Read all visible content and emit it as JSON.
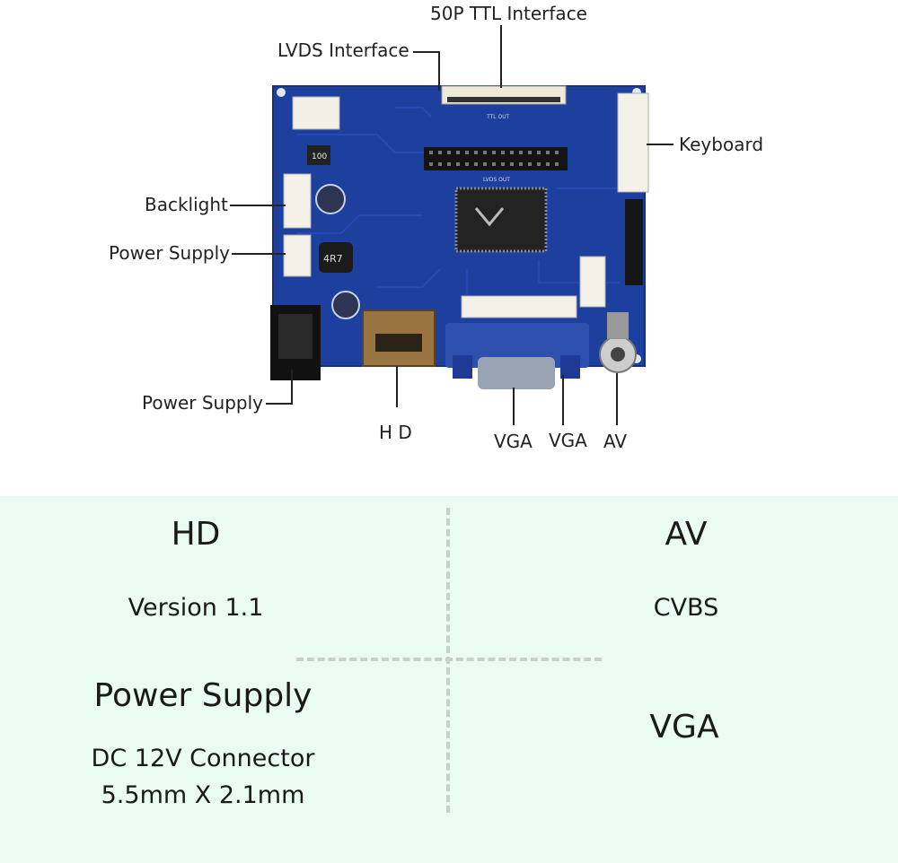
{
  "callouts": {
    "ttl": "50P TTL Interface",
    "lvds": "LVDS Interface",
    "keyboard": "Keyboard",
    "backlight": "Backlight",
    "power_supply_top": "Power Supply",
    "power_supply_jack": "Power Supply",
    "hd": "H D",
    "vga_1": "VGA",
    "vga_2": "VGA",
    "av": "AV"
  },
  "board_markings": {
    "cap_value": "100",
    "inductor_value": "4R7",
    "ttl_out": "TTL OUT",
    "lvds_out": "LVDS OUT"
  },
  "specs": {
    "hd": {
      "title": "HD",
      "detail": "Version 1.1"
    },
    "av": {
      "title": "AV",
      "detail": "CVBS"
    },
    "power": {
      "title": "Power Supply",
      "detail_line1": "DC 12V Connector",
      "detail_line2": "5.5mm X 2.1mm"
    },
    "vga": {
      "title": "VGA"
    }
  },
  "colors": {
    "pcb": "#1d3f9e",
    "panel_bg": "#e9fbf2",
    "divider": "#c9cfcd"
  }
}
